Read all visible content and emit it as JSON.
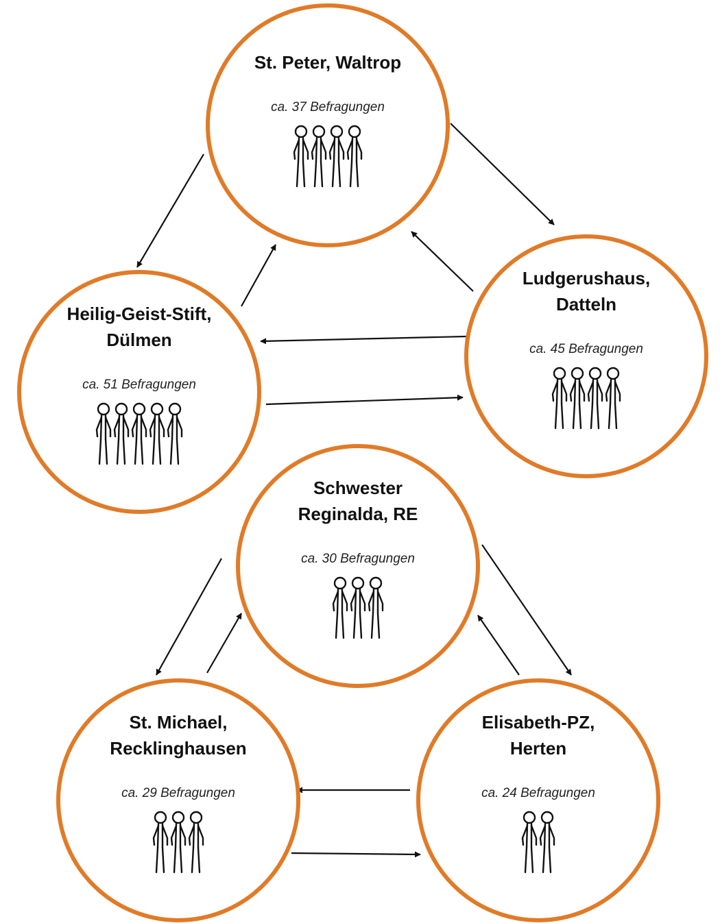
{
  "colors": {
    "circle_stroke": "#E07B28",
    "arrow": "#111111",
    "text": "#111111",
    "background": "#ffffff"
  },
  "icon": "stick-figure-icon",
  "nodes": [
    {
      "id": "st-peter",
      "title_lines": [
        "St. Peter, Waltrop"
      ],
      "count_text": "ca. 37 Befragungen",
      "figures": 4
    },
    {
      "id": "ludgerushaus",
      "title_lines": [
        "Ludgerushaus,",
        "Datteln"
      ],
      "count_text": "ca. 45 Befragungen",
      "figures": 4
    },
    {
      "id": "heilig-geist",
      "title_lines": [
        "Heilig-Geist-Stift,",
        "Dülmen"
      ],
      "count_text": "ca. 51 Befragungen",
      "figures": 5
    },
    {
      "id": "schwester-reginalda",
      "title_lines": [
        "Schwester",
        "Reginalda, RE"
      ],
      "count_text": "ca. 30 Befragungen",
      "figures": 3
    },
    {
      "id": "st-michael",
      "title_lines": [
        "St. Michael,",
        "Recklinghausen"
      ],
      "count_text": "ca. 29 Befragungen",
      "figures": 3
    },
    {
      "id": "elisabeth-pz",
      "title_lines": [
        "Elisabeth-PZ,",
        "Herten"
      ],
      "count_text": "ca. 24 Befragungen",
      "figures": 2
    }
  ],
  "edges": [
    {
      "from": "st-peter",
      "to": "ludgerushaus"
    },
    {
      "from": "ludgerushaus",
      "to": "st-peter"
    },
    {
      "from": "st-peter",
      "to": "heilig-geist"
    },
    {
      "from": "heilig-geist",
      "to": "st-peter"
    },
    {
      "from": "ludgerushaus",
      "to": "heilig-geist"
    },
    {
      "from": "heilig-geist",
      "to": "ludgerushaus"
    },
    {
      "from": "schwester-reginalda",
      "to": "elisabeth-pz"
    },
    {
      "from": "elisabeth-pz",
      "to": "schwester-reginalda"
    },
    {
      "from": "schwester-reginalda",
      "to": "st-michael"
    },
    {
      "from": "st-michael",
      "to": "schwester-reginalda"
    },
    {
      "from": "elisabeth-pz",
      "to": "st-michael"
    },
    {
      "from": "st-michael",
      "to": "elisabeth-pz"
    }
  ]
}
